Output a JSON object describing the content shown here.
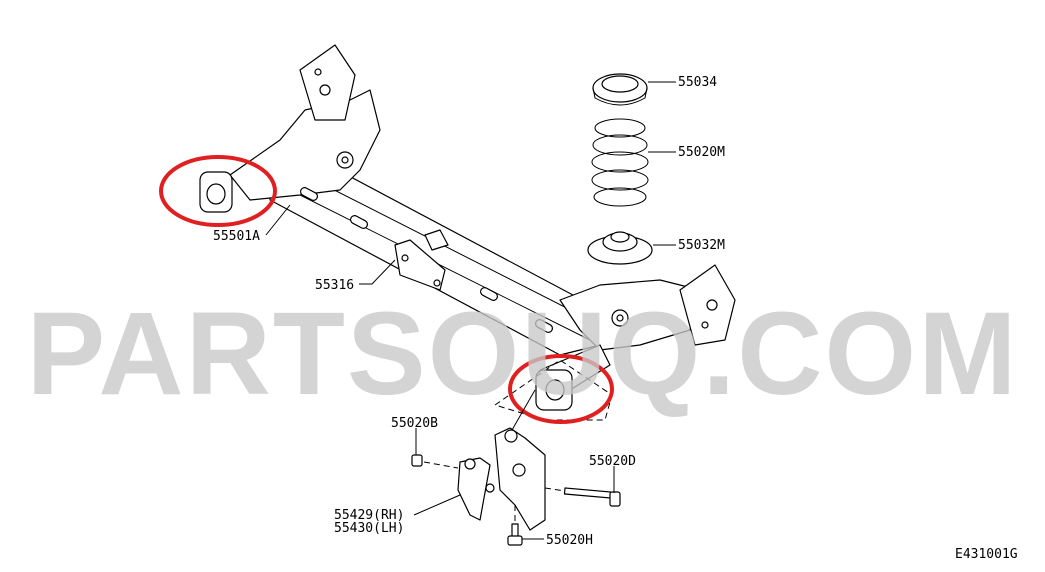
{
  "diagram": {
    "labels": {
      "p55034": "55034",
      "p55020M": "55020M",
      "p55032M": "55032M",
      "p55501A": "55501A",
      "p55316": "55316",
      "p55020B": "55020B",
      "p55020D": "55020D",
      "p55429": "55429(RH)",
      "p55430": "55430(LH)",
      "p55020H": "55020H"
    },
    "figure_code": "E431001G",
    "highlight_color": "#e02020"
  },
  "watermark": "PARTSOUQ.COM"
}
